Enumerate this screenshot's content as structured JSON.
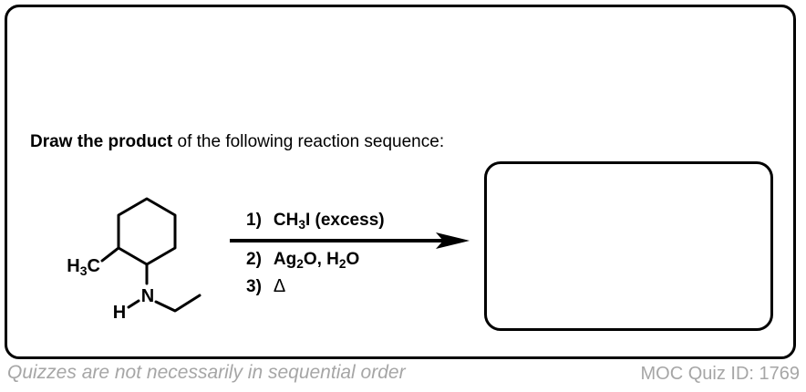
{
  "colors": {
    "ink": "#000000",
    "muted": "#a6a6a6",
    "background": "#ffffff"
  },
  "prompt": {
    "bold": "Draw the product",
    "rest": " of the following reaction sequence:"
  },
  "molecule": {
    "methyl": {
      "f1": "H",
      "s1": "3",
      "f2": "C"
    },
    "amine_n": "N",
    "amine_h": "H"
  },
  "reaction": {
    "step1": {
      "num": "1)",
      "f1": "CH",
      "s1": "3",
      "f2": "I (excess)"
    },
    "step2": {
      "num": "2)",
      "f1": "Ag",
      "s1": "2",
      "f2": "O, H",
      "s2": "2",
      "f3": "O"
    },
    "step3": {
      "num": "3)",
      "sym": "Δ"
    }
  },
  "footer": {
    "left": "Quizzes are not necessarily in sequential order",
    "right": "MOC Quiz ID: 1769"
  }
}
